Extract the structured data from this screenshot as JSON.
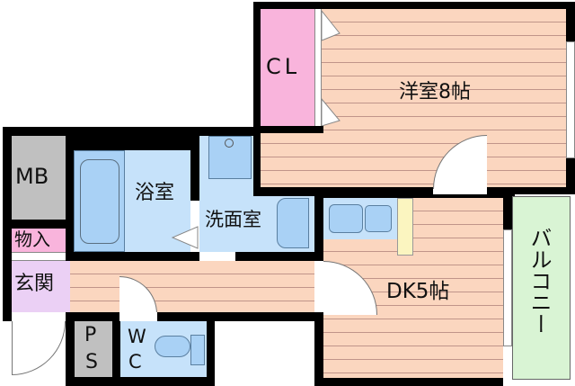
{
  "plan": {
    "rooms": {
      "western_room": "洋室8帖",
      "closet": "CL",
      "bathroom": "浴室",
      "washroom": "洗面室",
      "meter_box": "MB",
      "storage": "物入",
      "entrance": "玄関",
      "dining_kitchen": "DK5帖",
      "balcony": "バルコニー",
      "pipe_space_p": "P",
      "pipe_space_s": "S",
      "toilet_w": "W",
      "toilet_c": "C"
    },
    "colors": {
      "wall": "#000000",
      "floor": "#fbd6bf",
      "wet_area": "#c6e2fa",
      "closet": "#f9b4dc",
      "entrance": "#ebd0f5",
      "meter_box": "#c0c0c0",
      "balcony": "#d9f4d4",
      "refrigerator_space": "#fbf5c0"
    }
  }
}
